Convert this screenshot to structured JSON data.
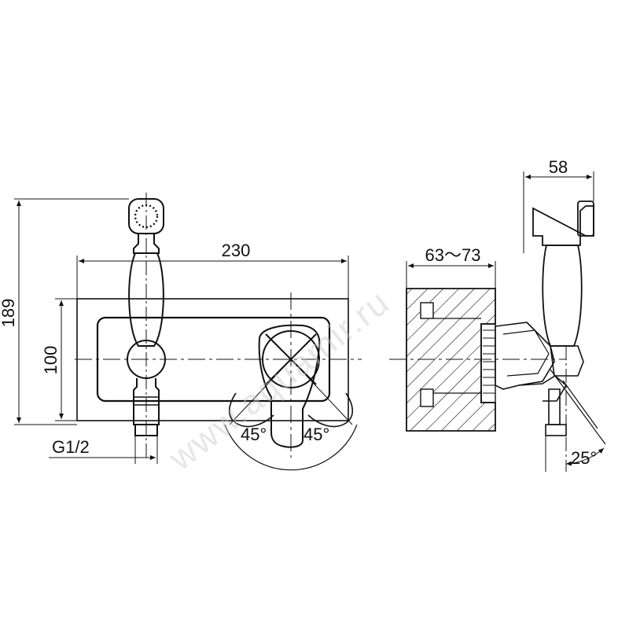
{
  "dimensions": {
    "overall_height": "189",
    "plate_height": "100",
    "plate_width": "230",
    "thread": "G1/2",
    "angle_left": "45°",
    "angle_right": "45°",
    "wall_depth": "63～73",
    "holder_depth": "58",
    "hose_angle": "25°"
  },
  "watermark": "www.aquamir.ru",
  "colors": {
    "line": "#111111",
    "background": "#ffffff",
    "watermark": "#c8c8c8"
  }
}
